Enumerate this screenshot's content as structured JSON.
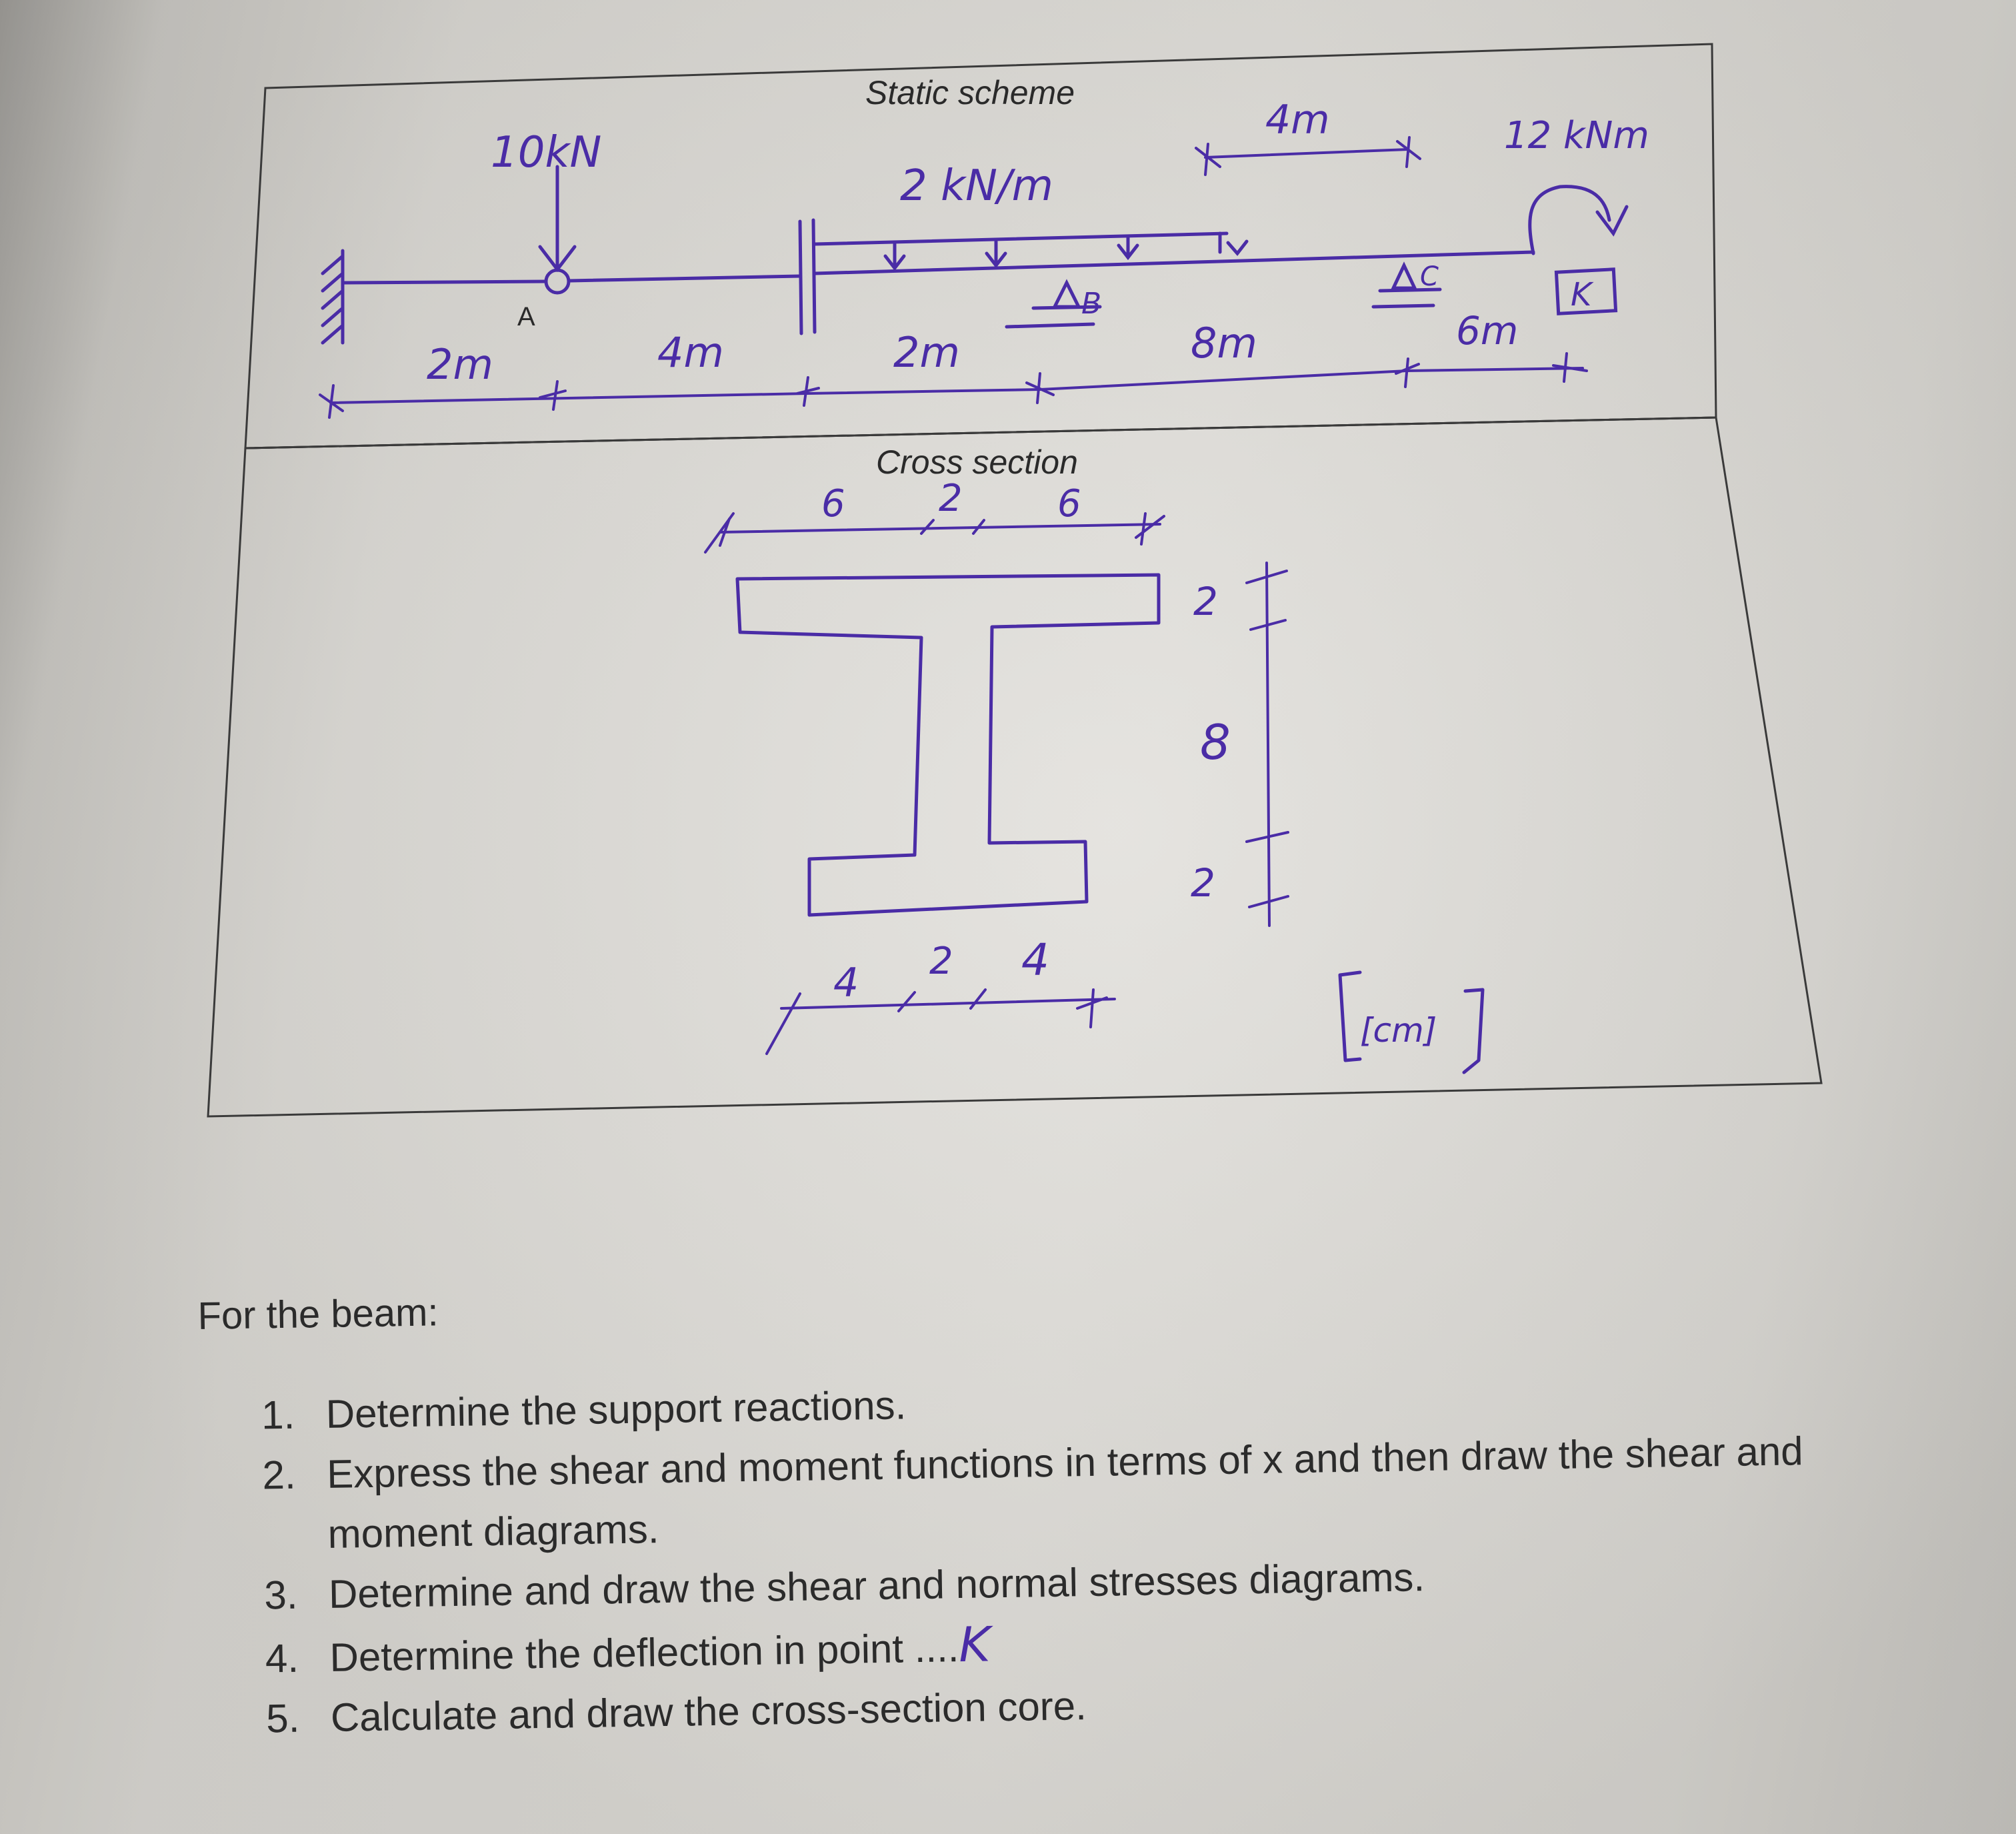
{
  "figure": {
    "static_scheme": {
      "title": "Static scheme",
      "loads": {
        "point_load": "10kN",
        "distributed_load": "2 kN/m",
        "moment": "12 kNm"
      },
      "point_labels": {
        "hinge": "A",
        "support_b": "B",
        "support_c": "C",
        "point_k": "K"
      },
      "dimensions": {
        "d1": "2m",
        "d2": "4m",
        "d3": "2m",
        "d4": "8m",
        "d5": "6m",
        "d_top": "4m"
      }
    },
    "cross_section": {
      "title": "Cross section",
      "top_dims": [
        "6",
        "2",
        "6"
      ],
      "bottom_dims": [
        "4",
        "2",
        "4"
      ],
      "height_dims": [
        "2",
        "8",
        "2"
      ],
      "unit": "[cm]"
    }
  },
  "tasks": {
    "intro": "For the beam:",
    "items": [
      "Determine the support reactions.",
      "Express the shear and moment functions in terms of x and then draw the shear and moment diagrams.",
      "Determine and draw the shear and normal stresses diagrams.",
      "Determine the deflection in point ....",
      "Calculate and draw the cross-section core."
    ],
    "point_k_handwritten": "K"
  },
  "colors": {
    "ink": "#4a2ca6",
    "print": "#2b2b2b",
    "paper": "#dcdad5"
  }
}
